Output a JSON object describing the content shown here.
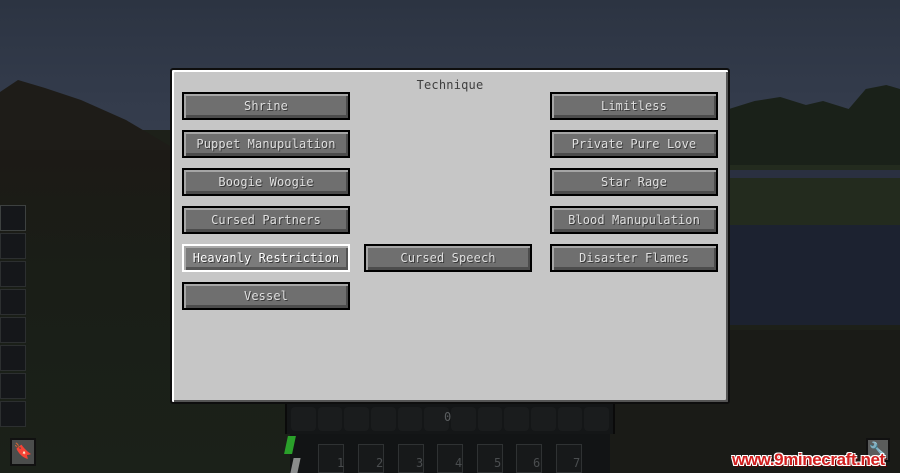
{
  "panel": {
    "title": "Technique",
    "hovered_button": "Heavanly Restriction",
    "left_column": [
      {
        "label": "Shrine"
      },
      {
        "label": "Puppet Manupulation"
      },
      {
        "label": "Boogie Woogie"
      },
      {
        "label": "Cursed Partners"
      },
      {
        "label": "Heavanly Restriction"
      },
      {
        "label": "Vessel"
      }
    ],
    "middle_column": [
      {
        "label": "Cursed Speech"
      }
    ],
    "right_column": [
      {
        "label": "Limitless"
      },
      {
        "label": "Private Pure Love"
      },
      {
        "label": "Star Rage"
      },
      {
        "label": "Blood Manupulation"
      },
      {
        "label": "Disaster Flames"
      }
    ]
  },
  "hotbar": {
    "counter": "0",
    "slot_numbers": [
      "1",
      "2",
      "3",
      "4",
      "5",
      "6",
      "7"
    ]
  },
  "icons": {
    "book": "🔖",
    "wrench": "🔧"
  },
  "watermark": "www.9minecraft.net",
  "colors": {
    "panel_bg": "#c6c6c6",
    "button_bg": "#6f6f6f",
    "button_text": "#e0e0e0",
    "hover_border": "#ffffff",
    "title_text": "#3f3f3f",
    "watermark_red": "#d11f1f"
  }
}
